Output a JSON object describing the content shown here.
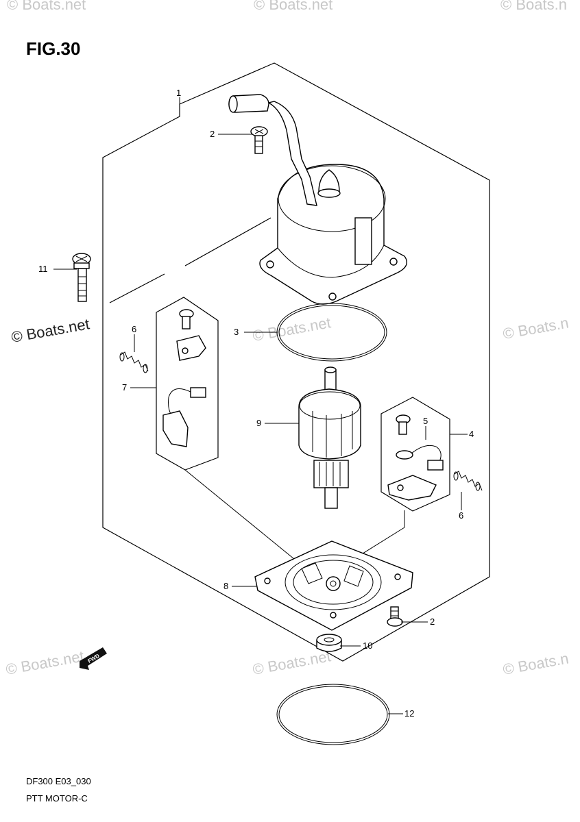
{
  "figure": {
    "title": "FIG.30"
  },
  "callouts": [
    {
      "id": "c1",
      "label": "1"
    },
    {
      "id": "c2a",
      "label": "2"
    },
    {
      "id": "c2b",
      "label": "2"
    },
    {
      "id": "c3",
      "label": "3"
    },
    {
      "id": "c4",
      "label": "4"
    },
    {
      "id": "c5",
      "label": "5"
    },
    {
      "id": "c6a",
      "label": "6"
    },
    {
      "id": "c6b",
      "label": "6"
    },
    {
      "id": "c7",
      "label": "7"
    },
    {
      "id": "c8",
      "label": "8"
    },
    {
      "id": "c9",
      "label": "9"
    },
    {
      "id": "c10",
      "label": "10"
    },
    {
      "id": "c11",
      "label": "11"
    },
    {
      "id": "c12",
      "label": "12"
    }
  ],
  "footer": {
    "code": "DF300 E03_030",
    "name": "PTT MOTOR-C"
  },
  "watermark": {
    "text": "© Boats.net",
    "text_short": "© Boats.n"
  },
  "fwd_label": "FWD"
}
